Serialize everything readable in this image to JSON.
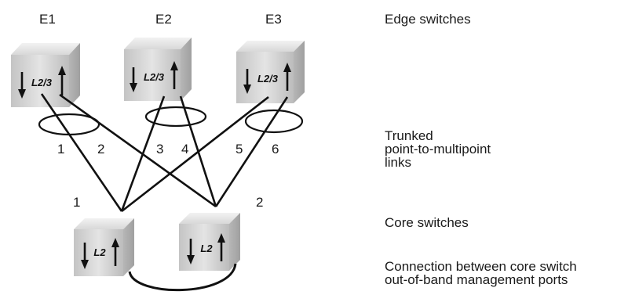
{
  "edge_switches": [
    {
      "name": "E1",
      "layer": "L2/3"
    },
    {
      "name": "E2",
      "layer": "L2/3"
    },
    {
      "name": "E3",
      "layer": "L2/3"
    }
  ],
  "core_switches": [
    {
      "name": "1",
      "layer": "L2"
    },
    {
      "name": "2",
      "layer": "L2"
    }
  ],
  "link_labels": [
    "1",
    "2",
    "3",
    "4",
    "5",
    "6"
  ],
  "legend": {
    "edge": "Edge switches",
    "trunk": [
      "Trunked",
      "point-to-multipoint",
      "links"
    ],
    "core": "Core switches",
    "management": [
      "Connection between core switch",
      "out-of-band management ports"
    ]
  }
}
